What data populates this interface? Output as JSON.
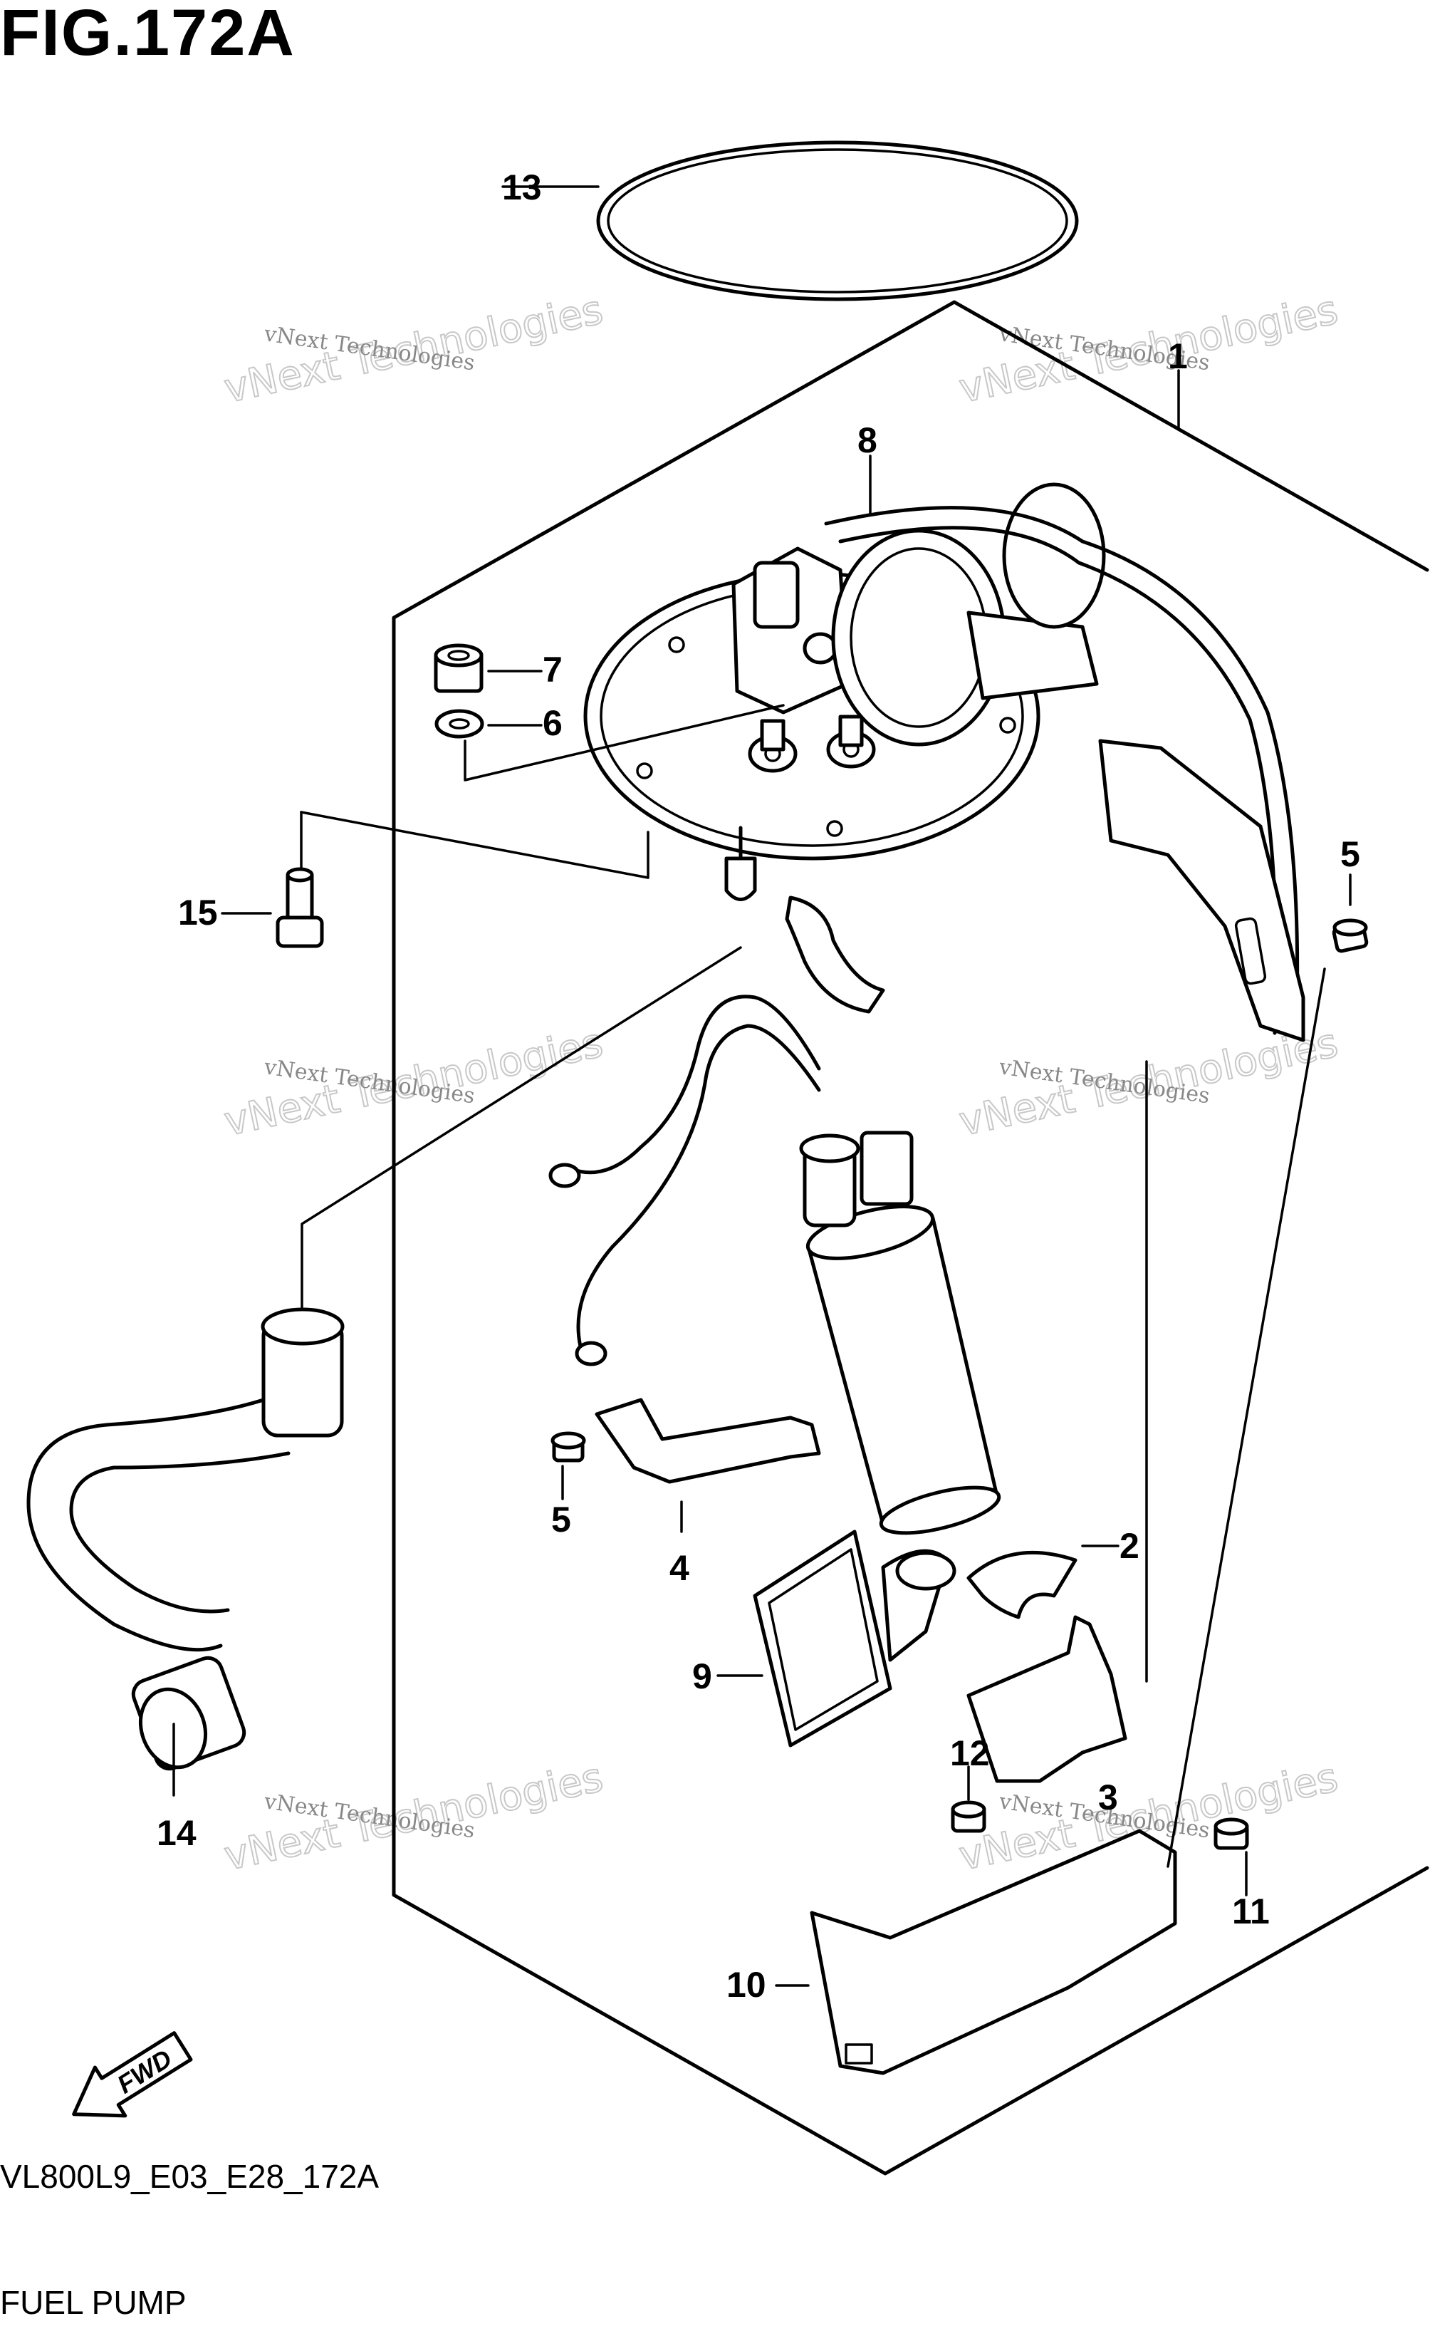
{
  "figure": {
    "title": "FIG.172A",
    "code": "VL800L9_E03_E28_172A",
    "caption": "FUEL PUMP"
  },
  "watermark": {
    "small_text": "vNext Technologies",
    "big_text": "vNext Technologies"
  },
  "fwd_label": "FWD",
  "callouts": [
    {
      "id": "1",
      "label": "1"
    },
    {
      "id": "2",
      "label": "2"
    },
    {
      "id": "3",
      "label": "3"
    },
    {
      "id": "4",
      "label": "4"
    },
    {
      "id": "5a",
      "label": "5"
    },
    {
      "id": "5b",
      "label": "5"
    },
    {
      "id": "6",
      "label": "6"
    },
    {
      "id": "7",
      "label": "7"
    },
    {
      "id": "8",
      "label": "8"
    },
    {
      "id": "9",
      "label": "9"
    },
    {
      "id": "10",
      "label": "10"
    },
    {
      "id": "11",
      "label": "11"
    },
    {
      "id": "12",
      "label": "12"
    },
    {
      "id": "13",
      "label": "13"
    },
    {
      "id": "14",
      "label": "14"
    },
    {
      "id": "15",
      "label": "15"
    }
  ]
}
